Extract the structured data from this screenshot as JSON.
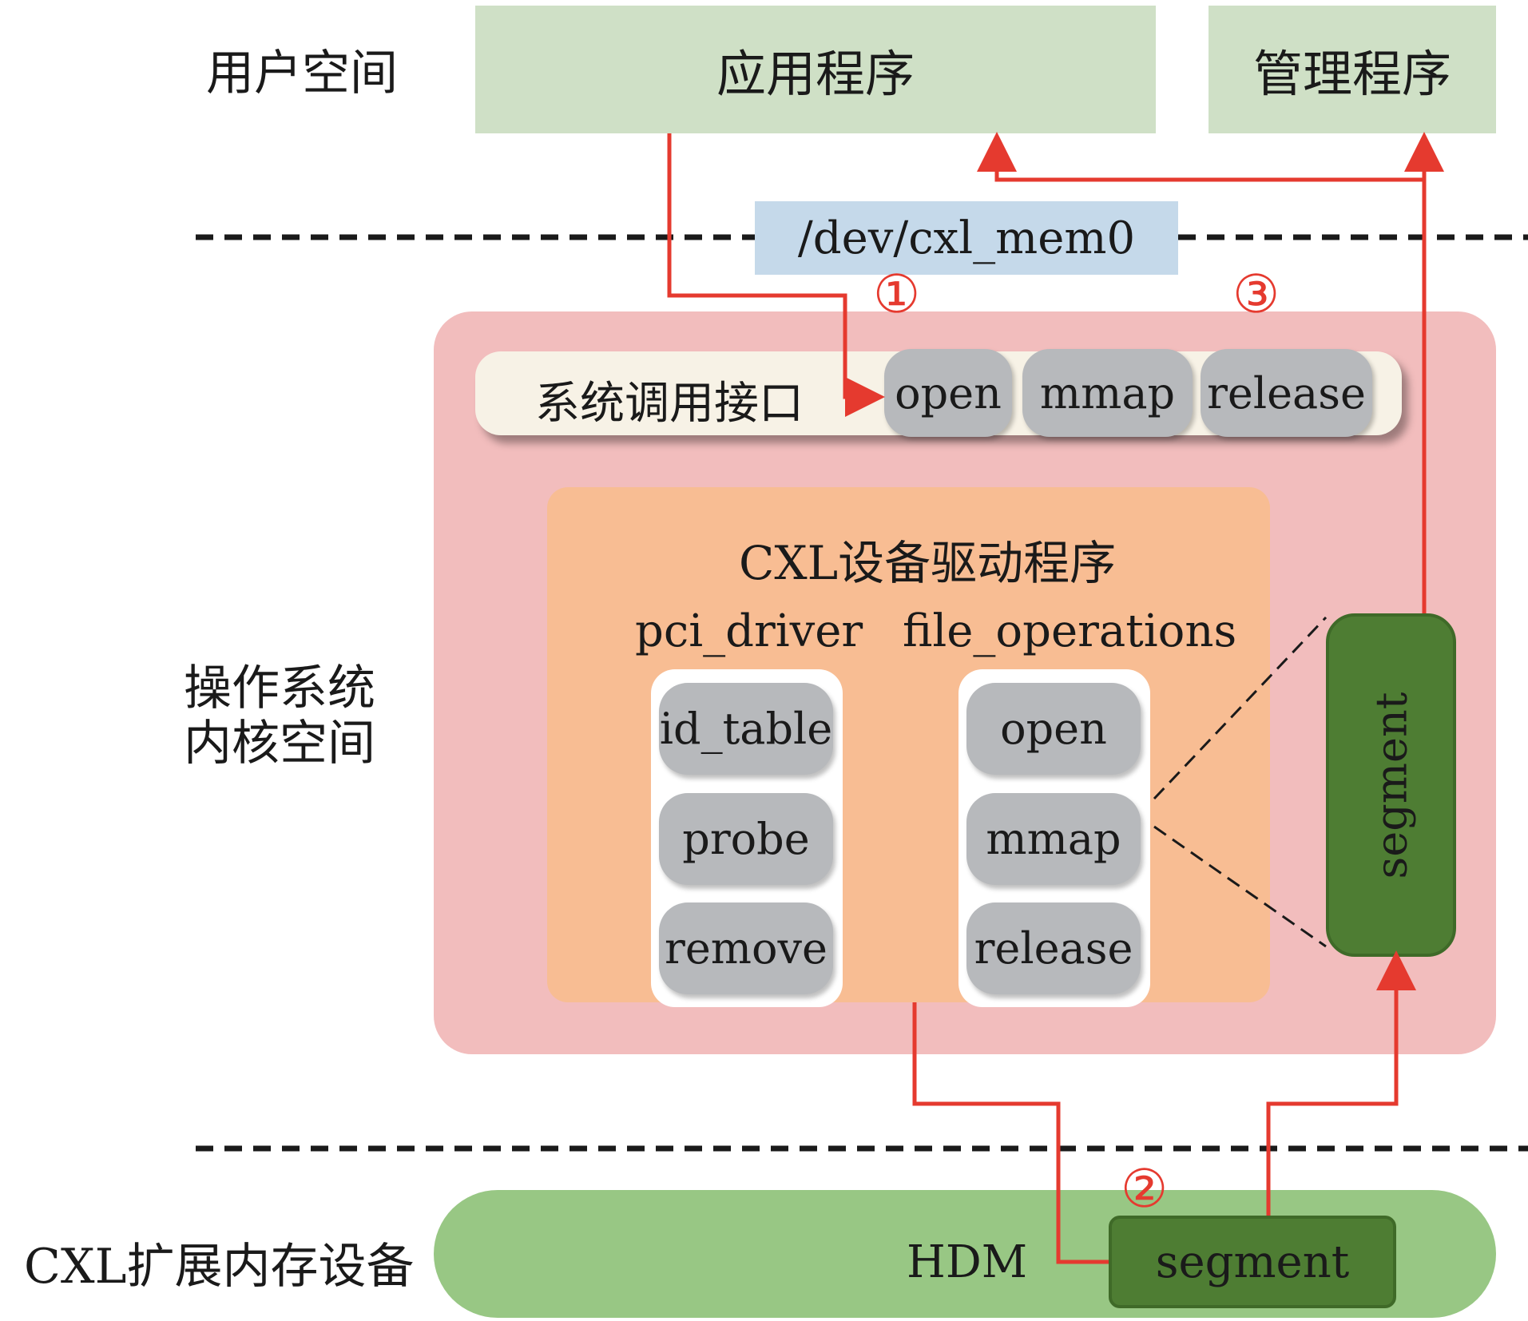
{
  "layers": {
    "user_space": "用户空间",
    "kernel_space_line1": "操作系统",
    "kernel_space_line2": "内核空间",
    "device": "CXL扩展内存设备"
  },
  "user_space": {
    "app": "应用程序",
    "manager": "管理程序",
    "dev_node": "/dev/cxl_mem0"
  },
  "kernel": {
    "syscall_label": "系统调用接口",
    "syscalls": [
      "open",
      "mmap",
      "release"
    ],
    "driver_title": "CXL设备驱动程序",
    "pci_driver": {
      "title": "pci_driver",
      "items": [
        "id_table",
        "probe",
        "remove"
      ]
    },
    "file_operations": {
      "title": "file_operations",
      "items": [
        "open",
        "mmap",
        "release"
      ]
    },
    "segment": "segment"
  },
  "device": {
    "hdm": "HDM",
    "segment": "segment"
  },
  "markers": {
    "step1": "①",
    "step2": "②",
    "step3": "③"
  },
  "colors": {
    "arrow": "#e53a2f",
    "user_box": "#cfe0c6",
    "dev_box": "#c5d9ea",
    "kernel_bg": "#f2bdbd",
    "driver_bg": "#f8bd93",
    "segment": "#4e7d33",
    "hdm_bg": "#98c784"
  }
}
